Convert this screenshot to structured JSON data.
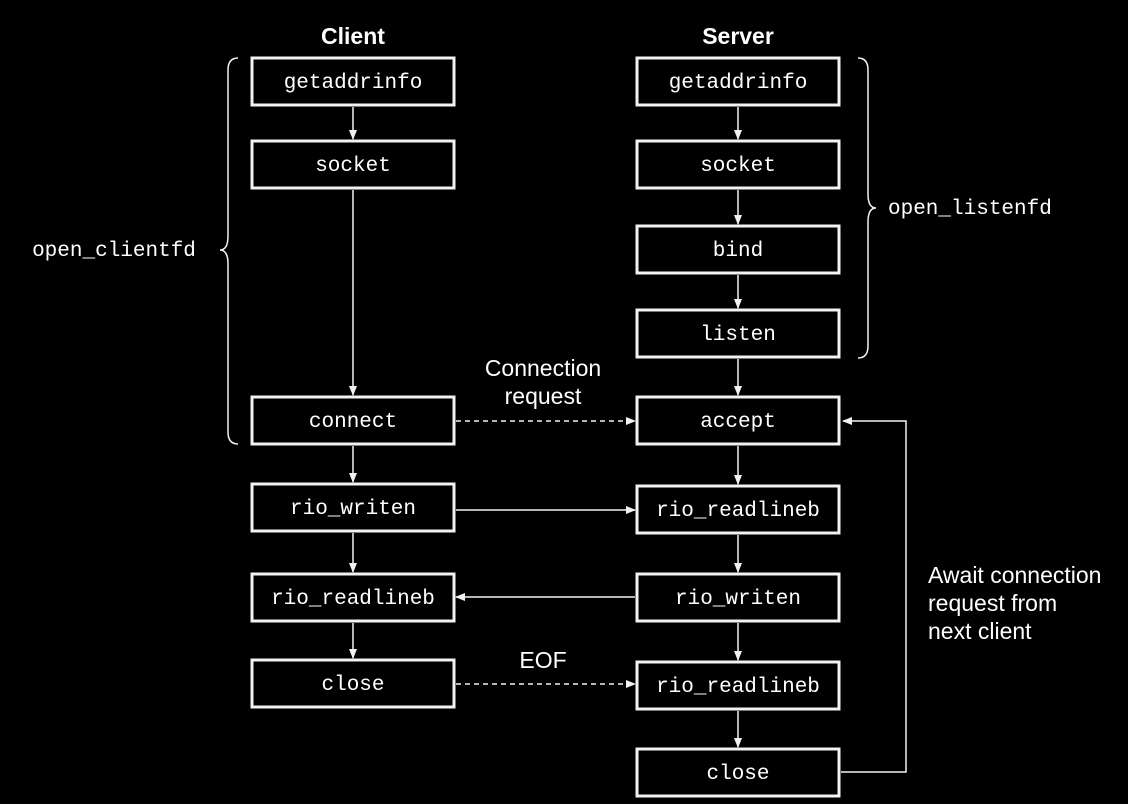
{
  "headers": {
    "client": "Client",
    "server": "Server"
  },
  "client": {
    "getaddrinfo": "getaddrinfo",
    "socket": "socket",
    "connect": "connect",
    "rio_writen": "rio_writen",
    "rio_readlineb": "rio_readlineb",
    "close": "close"
  },
  "server": {
    "getaddrinfo": "getaddrinfo",
    "socket": "socket",
    "bind": "bind",
    "listen": "listen",
    "accept": "accept",
    "rio_readlineb_1": "rio_readlineb",
    "rio_writen": "rio_writen",
    "rio_readlineb_2": "rio_readlineb",
    "close": "close"
  },
  "labels": {
    "open_clientfd": "open_clientfd",
    "open_listenfd": "open_listenfd",
    "connection_request_1": "Connection",
    "connection_request_2": "request",
    "eof": "EOF",
    "await_1": "Await connection",
    "await_2": "request from",
    "await_3": "next client"
  },
  "colors": {
    "background": "#000000",
    "foreground": "#ffffff"
  }
}
